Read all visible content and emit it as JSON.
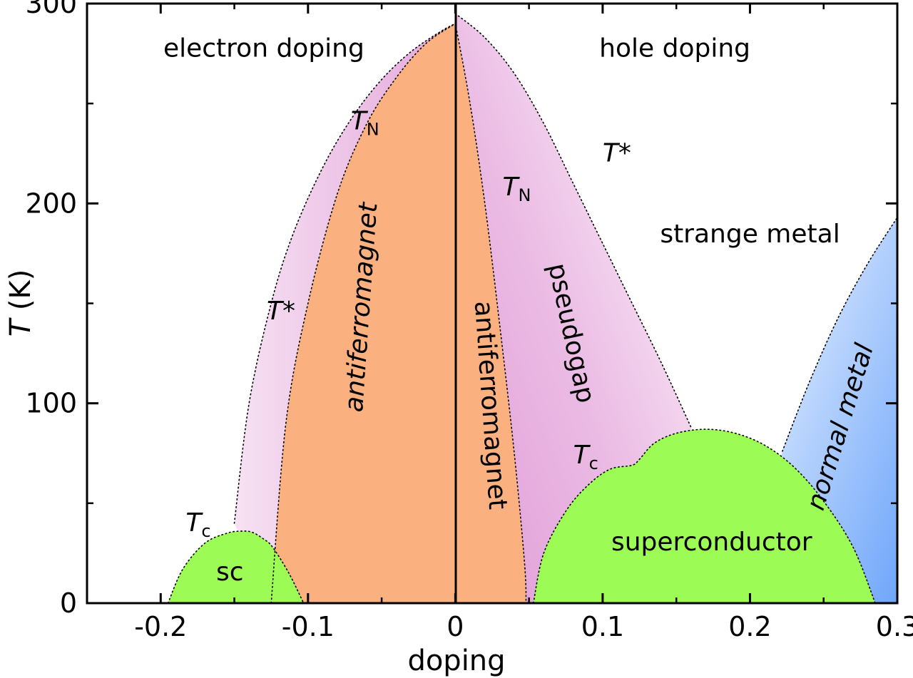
{
  "chart_data": {
    "type": "area",
    "xlabel": "doping",
    "ylabel": {
      "symbol": "T",
      "unit": " (K)"
    },
    "xlim": [
      -0.25,
      0.3
    ],
    "ylim": [
      0,
      300
    ],
    "xticks": [
      -0.2,
      -0.1,
      0,
      0.1,
      0.2,
      0.3
    ],
    "xtick_labels": [
      "-0.2",
      "-0.1",
      "0",
      "0.1",
      "0.2",
      "0.3"
    ],
    "yticks": [
      0,
      100,
      200,
      300
    ],
    "ytick_labels": [
      "0",
      "100",
      "200",
      "300"
    ],
    "grid": false,
    "colors": {
      "antiferromagnet": "#fbb07f",
      "superconductor": "#9dfb55",
      "pseudogap": "#e6a8dc",
      "normal_metal": "#7fb1fb"
    },
    "series": [
      {
        "name": "antiferromagnet",
        "side": "electron",
        "x": [
          -0.125,
          -0.115,
          -0.1,
          -0.08,
          -0.06,
          -0.04,
          -0.02,
          0
        ],
        "y": [
          0,
          90,
          150,
          205,
          240,
          263,
          280,
          290
        ]
      },
      {
        "name": "antiferromagnet",
        "side": "hole",
        "x": [
          0,
          0.01,
          0.02,
          0.03,
          0.04,
          0.047,
          0.048
        ],
        "y": [
          290,
          250,
          200,
          140,
          75,
          20,
          0
        ]
      },
      {
        "name": "superconductor",
        "label": "sc",
        "x": [
          -0.195,
          -0.185,
          -0.17,
          -0.155,
          -0.146,
          -0.138,
          -0.13,
          -0.124,
          -0.113,
          -0.103
        ],
        "y": [
          0,
          17,
          30,
          35,
          36,
          35.5,
          32,
          28,
          15,
          0
        ]
      },
      {
        "name": "superconductor",
        "x": [
          0.053,
          0.06,
          0.075,
          0.09,
          0.105,
          0.12,
          0.125,
          0.135,
          0.15,
          0.17,
          0.19,
          0.21,
          0.23,
          0.25,
          0.27,
          0.285
        ],
        "y": [
          0,
          25,
          46,
          59,
          67,
          69,
          72,
          80,
          85,
          87,
          85,
          79,
          68,
          51,
          28,
          0
        ]
      },
      {
        "name": "T*",
        "side": "electron",
        "x": [
          -0.15,
          -0.14,
          -0.125,
          -0.11,
          -0.09,
          -0.07,
          -0.05,
          -0.03,
          -0.01,
          0
        ],
        "y": [
          40,
          100,
          150,
          185,
          218,
          243,
          262,
          276,
          286,
          290
        ]
      },
      {
        "name": "T*",
        "side": "hole",
        "x": [
          0,
          0.02,
          0.04,
          0.06,
          0.08,
          0.1,
          0.12,
          0.14,
          0.16
        ],
        "y": [
          295,
          283,
          265,
          240,
          210,
          180,
          150,
          120,
          88
        ]
      },
      {
        "name": "normal metal boundary",
        "x": [
          0.222,
          0.24,
          0.26,
          0.28,
          0.3
        ],
        "y": [
          76,
          110,
          143,
          170,
          193
        ]
      }
    ],
    "labels": [
      {
        "text": "electron doping",
        "x": -0.13,
        "y": 277,
        "rotation": 0,
        "italic": false
      },
      {
        "text": "hole doping",
        "x": 0.149,
        "y": 277,
        "rotation": 0,
        "italic": false
      },
      {
        "text": "strange metal",
        "x": 0.2,
        "y": 184,
        "rotation": 0,
        "italic": false
      },
      {
        "text": "pseudogap",
        "x": 0.078,
        "y": 135,
        "rotation": 78,
        "italic": false
      },
      {
        "text": "normal metal",
        "x": 0.262,
        "y": 88,
        "rotation": -73,
        "italic": true
      },
      {
        "text": "antiferromagnet",
        "x": -0.063,
        "y": 148,
        "rotation": -86,
        "italic": true
      },
      {
        "text": "antiferromagnet",
        "x": 0.023,
        "y": 99,
        "rotation": 86,
        "italic": false
      },
      {
        "text": "sc",
        "x": -0.153,
        "y": 15,
        "rotation": 0,
        "italic": false
      },
      {
        "text": "superconductor",
        "x": 0.174,
        "y": 30,
        "rotation": 0,
        "italic": false
      }
    ],
    "symbols": [
      {
        "main": "T",
        "sub": "N",
        "x": -0.071,
        "y": 237
      },
      {
        "main": "T",
        "sub": "N",
        "x": 0.032,
        "y": 204
      },
      {
        "main": "T",
        "sub": "c",
        "x": -0.183,
        "y": 36
      },
      {
        "main": "T",
        "sub": "c",
        "x": 0.08,
        "y": 70
      },
      {
        "main": "T*",
        "sub": "",
        "x": -0.128,
        "y": 142
      },
      {
        "main": "T*",
        "sub": "",
        "x": 0.1,
        "y": 221
      }
    ]
  }
}
